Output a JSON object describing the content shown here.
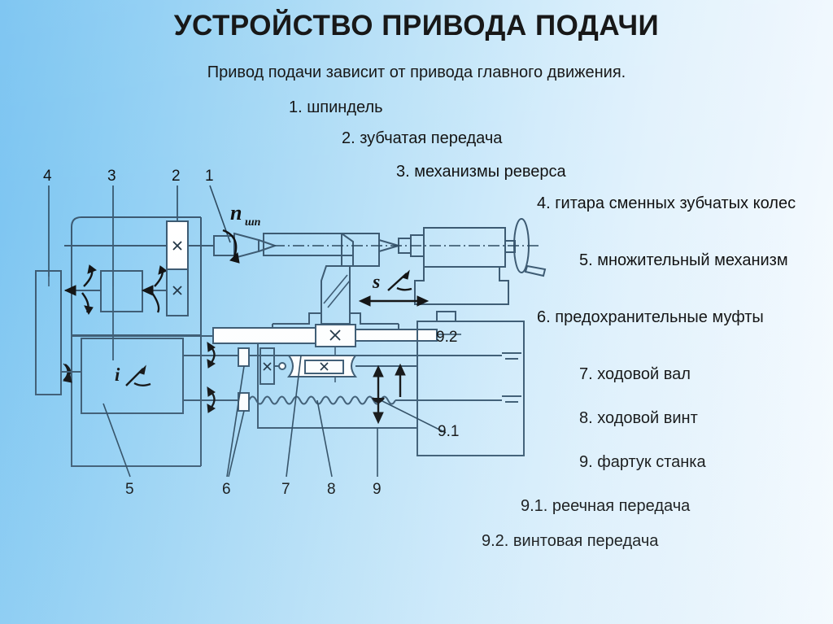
{
  "slide": {
    "title": "УСТРОЙСТВО ПРИВОДА ПОДАЧИ",
    "subtitle": "Привод подачи зависит от привода главного движения."
  },
  "legend": {
    "items": [
      {
        "num": "1.",
        "label": "1. шпиндель"
      },
      {
        "num": "2.",
        "label": "2. зубчатая передача"
      },
      {
        "num": "3.",
        "label": "3. механизмы реверса"
      },
      {
        "num": "4.",
        "label": "4. гитара сменных зубчатых колес"
      },
      {
        "num": "5.",
        "label": "5. множительный механизм"
      },
      {
        "num": "6.",
        "label": "6. предохранительные муфты"
      },
      {
        "num": "7.",
        "label": "7. ходовой вал"
      },
      {
        "num": "8.",
        "label": "8. ходовой винт"
      },
      {
        "num": "9.",
        "label": "9. фартук станка"
      },
      {
        "num": "9.1.",
        "label": "9.1. реечная передача"
      },
      {
        "num": "9.2.",
        "label": "9.2. винтовая передача"
      }
    ]
  },
  "diagram": {
    "callouts": {
      "top": [
        "4",
        "3",
        "2",
        "1"
      ],
      "bottom": [
        "5",
        "6",
        "7",
        "8",
        "9"
      ],
      "inner": [
        "9.2",
        "9.1"
      ]
    },
    "symbols": {
      "spindle_speed": "n",
      "spindle_speed_sub": "шп",
      "feed": "s",
      "ratio": "i"
    }
  },
  "colors": {
    "bg_left": "#79c3f1",
    "bg_right": "#fbfdff",
    "line": "#3c5a72",
    "text": "#101010",
    "fill_white": "#ffffff"
  }
}
